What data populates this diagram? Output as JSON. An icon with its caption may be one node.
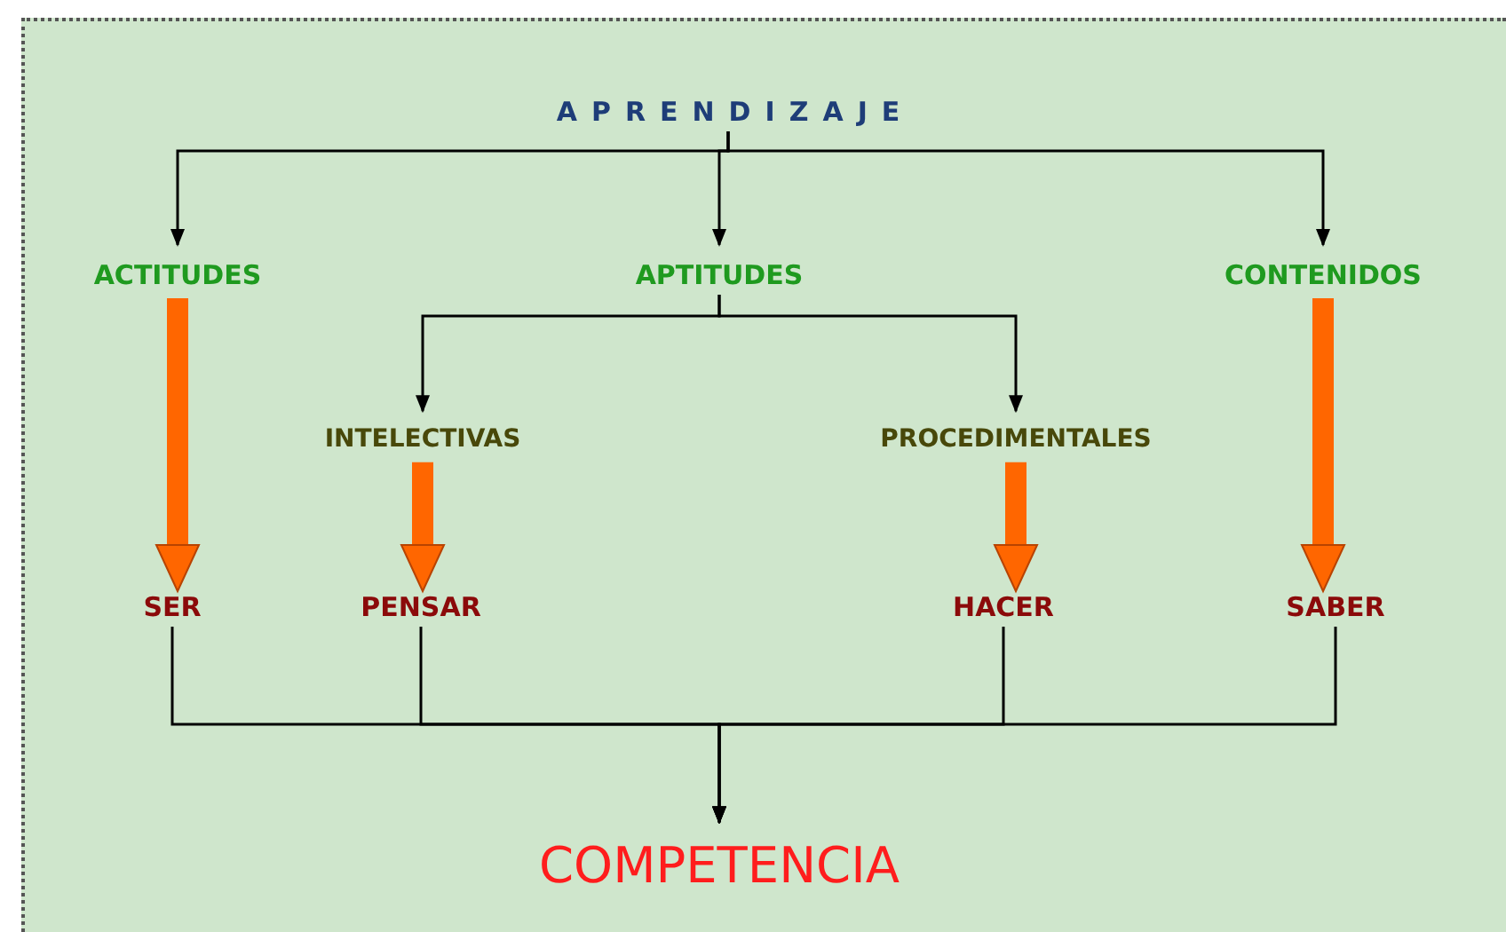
{
  "diagram": {
    "nodes": [
      {
        "text": [
          "APRENDIZAJE"
        ]
      },
      {
        "text": [
          "ACTITUDES"
        ]
      },
      {
        "text": [
          "APTITUDES"
        ]
      },
      {
        "text": [
          "CONTENIDOS"
        ]
      },
      {
        "text": [
          "INTELECTIVAS"
        ]
      },
      {
        "text": [
          "PROCEDIMENTALES"
        ]
      },
      {
        "text": [
          "SER"
        ]
      },
      {
        "text": [
          "PENSAR"
        ]
      },
      {
        "text": [
          "HACER"
        ]
      },
      {
        "text": [
          "SABER"
        ]
      },
      {
        "text": [
          "COMPETENCIA"
        ]
      }
    ],
    "edges": [
      {
        "from": 0,
        "to": 1,
        "arrow": "to"
      },
      {
        "from": 0,
        "to": 2,
        "arrow": "to"
      },
      {
        "from": 0,
        "to": 3,
        "arrow": "to"
      },
      {
        "from": 2,
        "to": 4,
        "arrow": "to"
      },
      {
        "from": 2,
        "to": 5,
        "arrow": "to"
      },
      {
        "from": 1,
        "to": 6,
        "arrow": "to",
        "style": "thick",
        "color": "#ff6600"
      },
      {
        "from": 4,
        "to": 7,
        "arrow": "to",
        "style": "thick",
        "color": "#ff6600"
      },
      {
        "from": 5,
        "to": 8,
        "arrow": "to",
        "style": "thick",
        "color": "#ff6600"
      },
      {
        "from": 3,
        "to": 9,
        "arrow": "to",
        "style": "thick",
        "color": "#ff6600"
      },
      {
        "from": 6,
        "to": 10,
        "arrow": "to"
      },
      {
        "from": 7,
        "to": 10,
        "arrow": "to"
      },
      {
        "from": 8,
        "to": 10,
        "arrow": "to"
      },
      {
        "from": 9,
        "to": 10,
        "arrow": "to"
      }
    ]
  }
}
